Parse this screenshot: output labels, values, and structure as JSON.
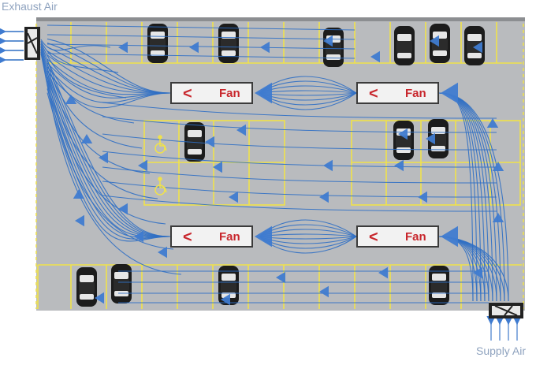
{
  "labels": {
    "exhaust": "Exhaust Air",
    "supply": "Supply Air"
  },
  "fans": [
    {
      "id": "fan-top-left",
      "label": "Fan",
      "direction_glyph": "<"
    },
    {
      "id": "fan-top-right",
      "label": "Fan",
      "direction_glyph": "<"
    },
    {
      "id": "fan-bottom-left",
      "label": "Fan",
      "direction_glyph": "<"
    },
    {
      "id": "fan-bottom-right",
      "label": "Fan",
      "direction_glyph": "<"
    }
  ],
  "icons": {
    "exhaust": "exhaust-grille-icon",
    "supply": "supply-grille-icon",
    "accessible_parking": "wheelchair-icon",
    "car": "car-icon"
  },
  "colors": {
    "floor": "#b9bbbe",
    "parking_line": "#f0e24a",
    "airflow": "#2f6fc4",
    "airflow_light": "#6f9bd8",
    "fan_text": "#c8262c",
    "label": "#8fa3bf"
  }
}
